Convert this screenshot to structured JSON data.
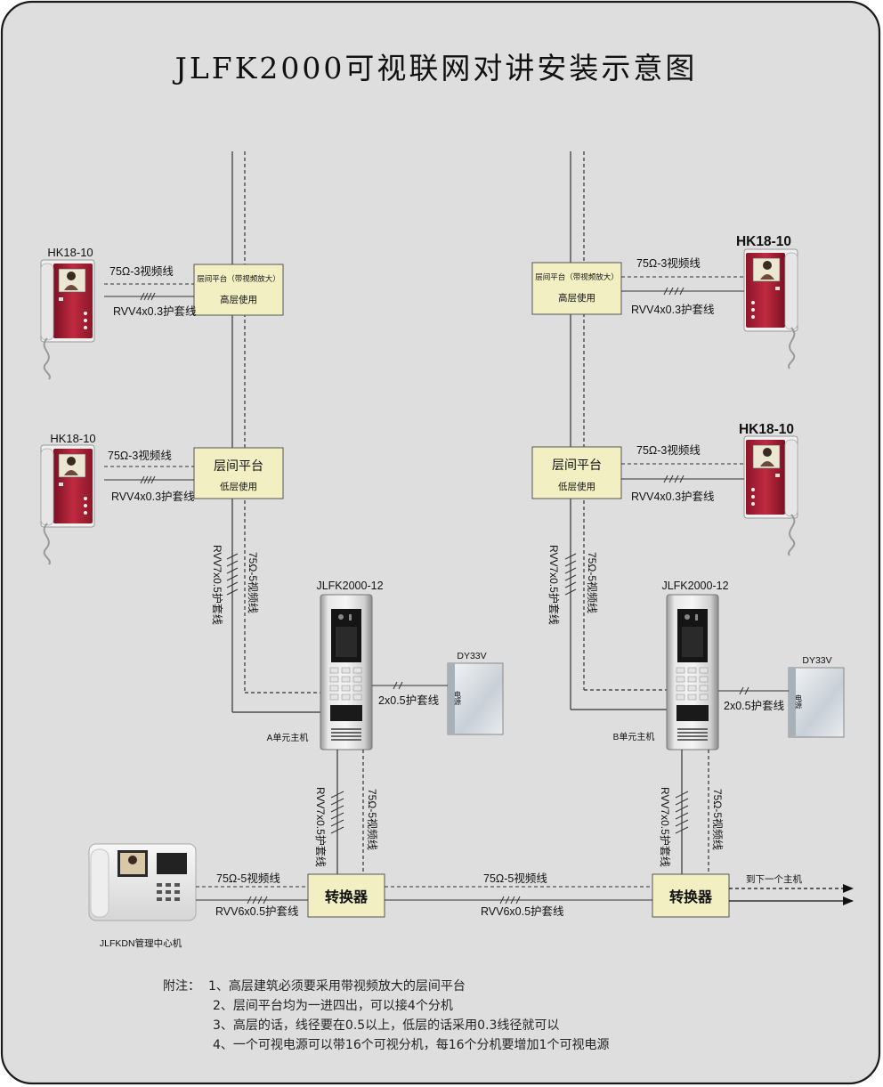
{
  "title": "JLFK2000可视联网对讲安装示意图",
  "units": {
    "A": {
      "high_monitor_label": "HK18-10",
      "low_monitor_label": "HK18-10",
      "high_platform_line1": "层间平台（带视频放大）",
      "high_platform_line2": "高层使用",
      "low_platform_line1": "层间平台",
      "low_platform_line2": "低层使用",
      "video_3": "75Ω-3视频线",
      "rvv_4": "RVV4x0.3护套线",
      "riser_rvv": "RVV7x0.5护套线",
      "riser_video": "75Ω-5视频线",
      "panel_label": "JLFK2000-12",
      "panel_caption": "A单元主机",
      "power_label": "DY33V",
      "power_cable": "2x0.5护套线",
      "down_rvv": "RVV7x0.5护套线",
      "down_video": "75Ω-5视频线"
    },
    "B": {
      "high_monitor_label": "HK18-10",
      "low_monitor_label": "HK18-10",
      "high_platform_line1": "层间平台（带视频放大）",
      "high_platform_line2": "高层使用",
      "low_platform_line1": "层间平台",
      "low_platform_line2": "低层使用",
      "video_3": "75Ω-3视频线",
      "rvv_4": "RVV4x0.3护套线",
      "riser_rvv": "RVV7x0.5护套线",
      "riser_video": "75Ω-5视频线",
      "panel_label": "JLFK2000-12",
      "panel_caption": "B单元主机",
      "power_label": "DY33V",
      "power_cable": "2x0.5护套线",
      "down_rvv": "RVV7x0.5护套线",
      "down_video": "75Ω-5视频线"
    }
  },
  "power_glyph": "电源",
  "bus": {
    "converter_label": "转换器",
    "center_label": "JLFKDN管理中心机",
    "left_video": "75Ω-5视频线",
    "left_rvv": "RVV6x0.5护套线",
    "mid_video": "75Ω-5视频线",
    "mid_rvv": "RVV6x0.5护套线",
    "next_host": "到下一个主机"
  },
  "notes": {
    "header": "附注：",
    "items": [
      "1、高层建筑必须要采用带视频放大的层间平台",
      "2、层间平台均为一进四出，可以接4个分机",
      "3、高层的话，线径要在0.5以上，低层的话采用0.3线径就可以",
      "4、一个可视电源可以带16个可视分机，每16个分机要增加1个可视电源"
    ]
  },
  "colors": {
    "background": "#dedede",
    "platform_fill": "#f2f0c3",
    "converter_fill": "#f2f0c3",
    "monitor_body": "#b2253a",
    "line": "#333333"
  }
}
